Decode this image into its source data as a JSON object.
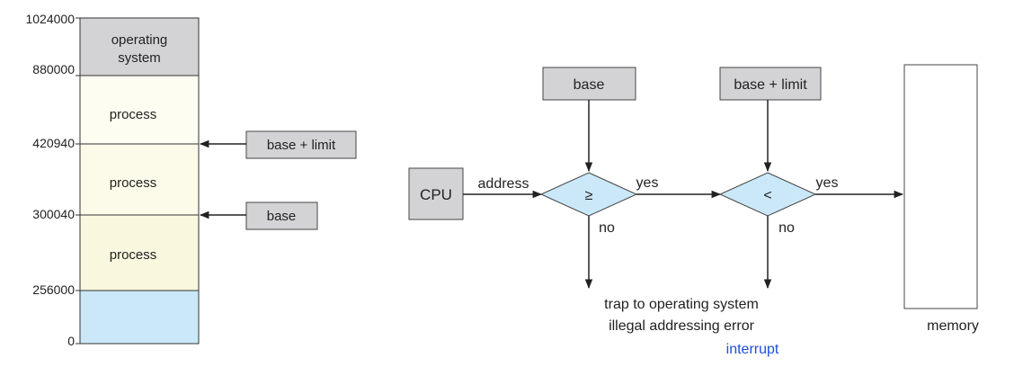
{
  "memory_map": {
    "addresses": [
      "1024000",
      "880000",
      "420940",
      "300040",
      "256000",
      "0"
    ],
    "segments": [
      {
        "label_lines": [
          "operating",
          "system"
        ],
        "color": "#d3d3d5"
      },
      {
        "label_lines": [
          "process"
        ],
        "color": "#fefdf1"
      },
      {
        "label_lines": [
          "process"
        ],
        "color": "#fcfbe9"
      },
      {
        "label_lines": [
          "process"
        ],
        "color": "#f9f7de"
      },
      {
        "label_lines": [],
        "color": "#cbe8f8"
      }
    ],
    "base_limit_label": "base + limit",
    "base_label": "base"
  },
  "flow": {
    "cpu_label": "CPU",
    "address_label": "address",
    "base_label": "base",
    "base_limit_label": "base + limit",
    "ge_symbol": "≥",
    "lt_symbol": "<",
    "yes_label": "yes",
    "no_label": "no",
    "trap_line1": "trap to operating system",
    "trap_line2": "illegal addressing error",
    "interrupt_label": "interrupt",
    "memory_label": "memory"
  },
  "colors": {
    "box_gray": "#d3d3d5",
    "diamond_blue": "#cbe8f8",
    "interrupt_blue": "#1f4ed8"
  }
}
